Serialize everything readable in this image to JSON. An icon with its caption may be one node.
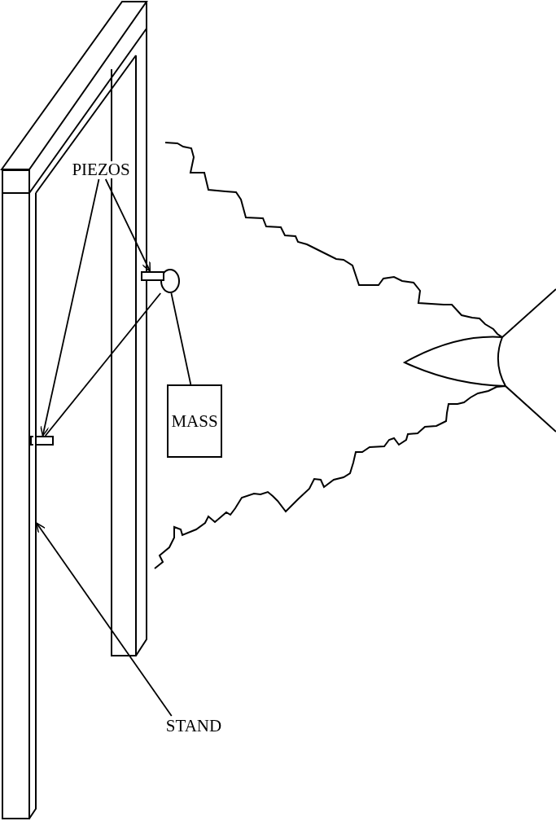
{
  "diagram": {
    "nodes": [
      {
        "text": [
          "PIEZOS"
        ]
      },
      {
        "text": [],
        "shape": "box"
      },
      {
        "text": [],
        "shape": "box"
      },
      {
        "text": [
          "MASS"
        ]
      },
      {
        "text": [
          "STAND"
        ]
      },
      {
        "text": [],
        "shape": "bar"
      },
      {
        "text": [],
        "shape": "circle"
      }
    ],
    "edges": [
      {
        "from": 0,
        "to": 2,
        "arrow": "to"
      },
      {
        "from": 0,
        "to": 1,
        "arrow": "to"
      },
      {
        "from": 4,
        "to": 5,
        "arrow": "to"
      },
      {
        "from": 2,
        "to": 6,
        "arrow": "none"
      },
      {
        "from": 6,
        "to": 3,
        "arrow": "none"
      }
    ]
  }
}
